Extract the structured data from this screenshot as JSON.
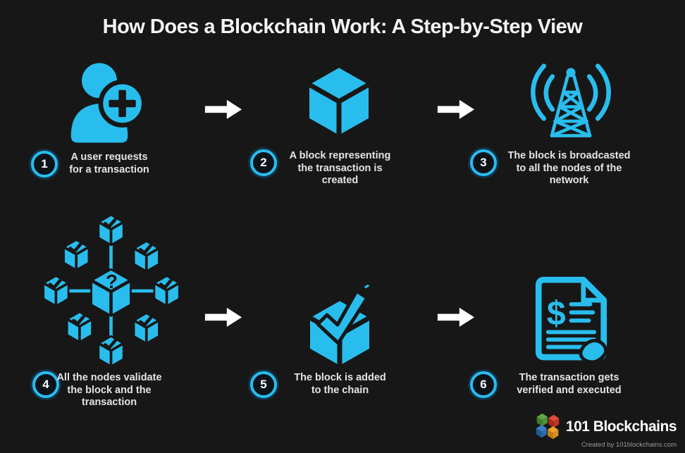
{
  "title": "How Does a Blockchain Work: A Step-by-Step View",
  "colors": {
    "background": "#171717",
    "accent_cyan": "#29bdee",
    "arrow_white": "#ffffff",
    "text_light": "#e4e4e4",
    "badge_ring": "#29bdee"
  },
  "steps": [
    {
      "number": "1",
      "icon": "user-plus-icon",
      "caption": "A user requests\nfor a transaction"
    },
    {
      "number": "2",
      "icon": "block-cube-icon",
      "caption": "A block representing\nthe transaction is\ncreated"
    },
    {
      "number": "3",
      "icon": "broadcast-tower-icon",
      "caption": "The block is broadcasted\nto all the nodes of the\nnetwork"
    },
    {
      "number": "4",
      "icon": "nodes-validation-icon",
      "caption": "All the nodes validate\nthe block and the\ntransaction"
    },
    {
      "number": "5",
      "icon": "block-check-icon",
      "caption": "The block is added\nto the chain"
    },
    {
      "number": "6",
      "icon": "transaction-receipt-icon",
      "caption": "The transaction gets\nverified and executed"
    }
  ],
  "footer": {
    "brand": "101 Blockchains",
    "credit": "Created by 101blockchains.com",
    "logo_colors": {
      "green": "#61a744",
      "red": "#e04b3a",
      "blue": "#3a7fc1",
      "orange": "#f0a12e"
    }
  }
}
